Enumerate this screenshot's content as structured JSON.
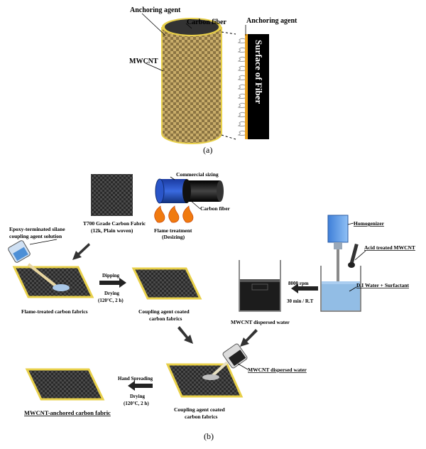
{
  "panel_a": {
    "label_anchoring_top": "Anchoring agent",
    "label_carbon_fiber": "Carbon fiber",
    "label_mwcnt": "MWCNT",
    "label_anchoring_right": "Anchoring agent",
    "label_surface": "Surface of Fiber",
    "caption": "(a)"
  },
  "panel_b": {
    "fabric_caption_line1": "T700 Grade Carbon Fabric",
    "fabric_caption_line2": "(12k, Plain woven)",
    "commercial_sizing": "Commercial sizing",
    "carbon_fiber": "Carbon fiber",
    "flame_line1": "Flame treatment",
    "flame_line2": "(Desizing)",
    "silane_line1": "Epoxy-terminated silane",
    "silane_line2": "coupling agent solution",
    "flame_treated": "Flame-treated carbon fabrics",
    "dipping": "Dipping",
    "drying1_line1": "Drying",
    "drying1_line2": "(120°C, 2 h)",
    "coated1_line1": "Coupling agent coated",
    "coated1_line2": "carbon fabrics",
    "homogenizer": "Homogenizer",
    "acid_mwcnt": "Acid treated MWCNT",
    "di_water": "D.I Water + Surfactant",
    "rpm": "8000 rpm",
    "time": "30 min / R.T",
    "dispersed1": "MWCNT dispersed water",
    "dispersed2": "MWCNT dispersed water",
    "hand_spreading": "Hand Spreading",
    "drying2_line1": "Drying",
    "drying2_line2": "(120°C, 2 h)",
    "coated2_line1": "Coupling agent coated",
    "coated2_line2": "carbon fabrics",
    "final": "MWCNT-anchored carbon fabric",
    "caption": "(b)"
  },
  "colors": {
    "fiber_gold": "#b59a5a",
    "sizing_blue": "#1f4fb8",
    "fabric_border": "#e8d04a",
    "water_blue": "#7fb2e0",
    "flame": "#f07a10"
  }
}
